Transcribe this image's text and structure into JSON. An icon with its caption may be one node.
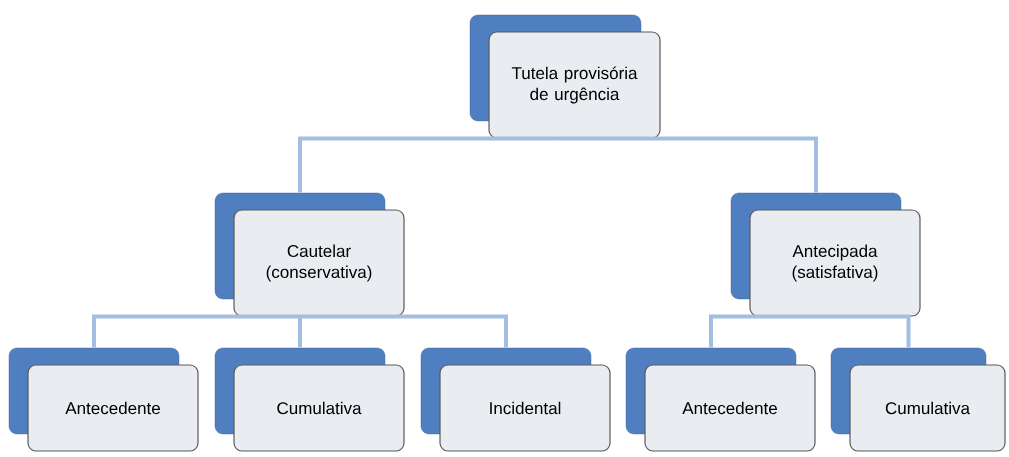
{
  "diagram": {
    "nodes": [
      {
        "text": [
          "Tutela provisória de urgência"
        ]
      },
      {
        "text": [
          "Cautelar (conservativa)"
        ]
      },
      {
        "text": [
          "Antecipada (satisfativa)"
        ]
      },
      {
        "text": [
          "Antecedente"
        ]
      },
      {
        "text": [
          "Cumulativa"
        ]
      },
      {
        "text": [
          "Incidental"
        ]
      },
      {
        "text": [
          "Antecedente"
        ]
      },
      {
        "text": [
          "Cumulativa"
        ]
      }
    ],
    "edges": [
      {
        "from": 0,
        "to": 1,
        "arrow": "none"
      },
      {
        "from": 0,
        "to": 2,
        "arrow": "none"
      },
      {
        "from": 1,
        "to": 3,
        "arrow": "none"
      },
      {
        "from": 1,
        "to": 4,
        "arrow": "none"
      },
      {
        "from": 1,
        "to": 5,
        "arrow": "none"
      },
      {
        "from": 2,
        "to": 6,
        "arrow": "none"
      },
      {
        "from": 2,
        "to": 7,
        "arrow": "none"
      }
    ]
  }
}
